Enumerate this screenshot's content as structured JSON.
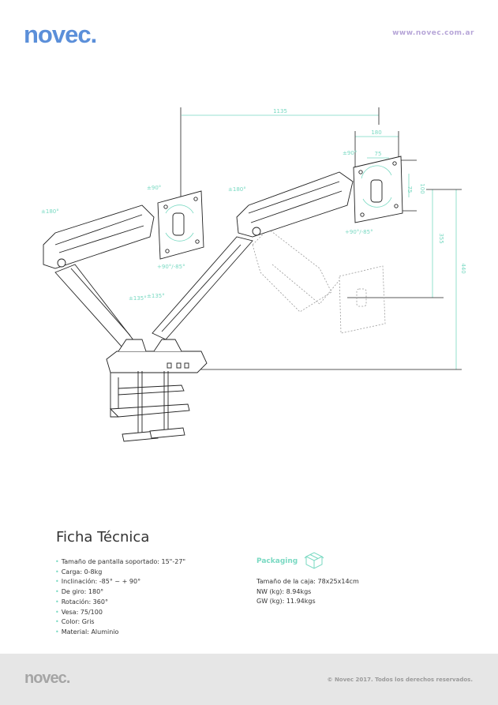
{
  "header": {
    "logo_text": "novec",
    "logo_dot": ".",
    "website": "www.novec.com.ar"
  },
  "diagram": {
    "dims": {
      "width_total": "1135",
      "width_top": "180",
      "vesa_w": "75",
      "vesa_h": "75",
      "vesa_box": "100",
      "height_mid": "355",
      "height_total": "440"
    },
    "angles": {
      "swivel_left_base": "±180°",
      "swivel_left_head": "±90°",
      "tilt_left": "+90°/-85°",
      "swivel_right_base": "±180°",
      "swivel_right_head": "±90°",
      "tilt_right": "+90°/-85°",
      "pole_left": "±135°",
      "pole_right": "±135°"
    }
  },
  "ficha": {
    "title": "Ficha Técnica",
    "specs": [
      "Tamaño de pantalla soportado: 15\"-27\"",
      "Carga: 0-8kg",
      "Inclinación: -85° ~ + 90°",
      "De giro: 180°",
      "Rotación: 360°",
      "Vesa: 75/100",
      "Color: Gris",
      "Material: Aluminio"
    ]
  },
  "packaging": {
    "title": "Packaging",
    "icon": "box-icon",
    "items": [
      "Tamaño de la caja: 78x25x14cm",
      "NW (kg): 8.94kgs",
      "GW (kg): 11.94kgs"
    ]
  },
  "footer": {
    "logo_text": "novec",
    "logo_dot": ".",
    "copyright": "© Novec 2017. Todos los derechos reservados."
  },
  "colors": {
    "brand_blue": "#5b8fd9",
    "accent_teal": "#79d9c2",
    "web_lilac": "#b7a6d8",
    "footer_bg": "#e6e6e6"
  }
}
